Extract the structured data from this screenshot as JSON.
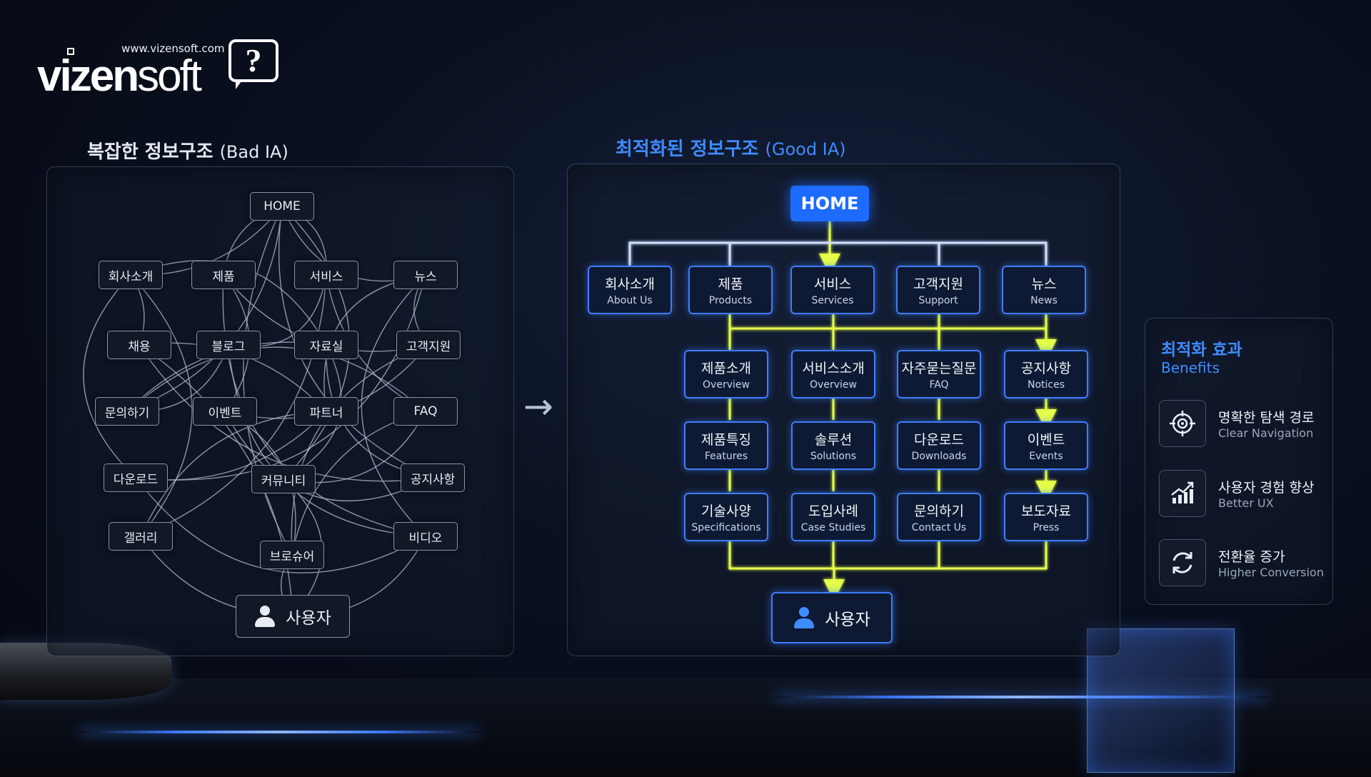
{
  "logo": {
    "url": "www.vizensoft.com",
    "word_a": "vizen",
    "word_b": "soft",
    "mark": "?"
  },
  "bad": {
    "title": "복잡한 정보구조",
    "subtitle": "(Bad IA)",
    "home": "HOME",
    "nodes": [
      "회사소개",
      "제품",
      "서비스",
      "뉴스",
      "채용",
      "블로그",
      "자료실",
      "고객지원",
      "문의하기",
      "이벤트",
      "파트너",
      "FAQ",
      "다운로드",
      "커뮤니티",
      "공지사항",
      "갤러리",
      "비디오",
      "브로슈어"
    ],
    "user": "사용자"
  },
  "good": {
    "title": "최적화된 정보구조",
    "subtitle": "(Good IA)",
    "home": "HOME",
    "top": [
      {
        "ko": "회사소개",
        "en": "About Us"
      },
      {
        "ko": "제품",
        "en": "Products"
      },
      {
        "ko": "서비스",
        "en": "Services"
      },
      {
        "ko": "고객지원",
        "en": "Support"
      },
      {
        "ko": "뉴스",
        "en": "News"
      }
    ],
    "rows": [
      [
        {
          "ko": "제품소개",
          "en": "Overview"
        },
        {
          "ko": "서비스소개",
          "en": "Overview"
        },
        {
          "ko": "자주묻는질문",
          "en": "FAQ"
        },
        {
          "ko": "공지사항",
          "en": "Notices"
        }
      ],
      [
        {
          "ko": "제품특징",
          "en": "Features"
        },
        {
          "ko": "솔루션",
          "en": "Solutions"
        },
        {
          "ko": "다운로드",
          "en": "Downloads"
        },
        {
          "ko": "이벤트",
          "en": "Events"
        }
      ],
      [
        {
          "ko": "기술사양",
          "en": "Specifications"
        },
        {
          "ko": "도입사례",
          "en": "Case Studies"
        },
        {
          "ko": "문의하기",
          "en": "Contact Us"
        },
        {
          "ko": "보도자료",
          "en": "Press"
        }
      ]
    ],
    "user": "사용자"
  },
  "benefits": {
    "title": "최적화 효과",
    "subtitle": "Benefits",
    "items": [
      {
        "ko": "명확한 탐색 경로",
        "en": "Clear Navigation",
        "icon": "target-icon"
      },
      {
        "ko": "사용자 경험 향상",
        "en": "Better UX",
        "icon": "growth-chart-icon"
      },
      {
        "ko": "전환율 증가",
        "en": "Higher Conversion",
        "icon": "refresh-cycle-icon"
      }
    ]
  },
  "colors": {
    "accent_blue": "#1e6bff",
    "node_border": "#3f7dff",
    "flow_yellow": "#e6ff4a",
    "bg": "#0a1020"
  }
}
